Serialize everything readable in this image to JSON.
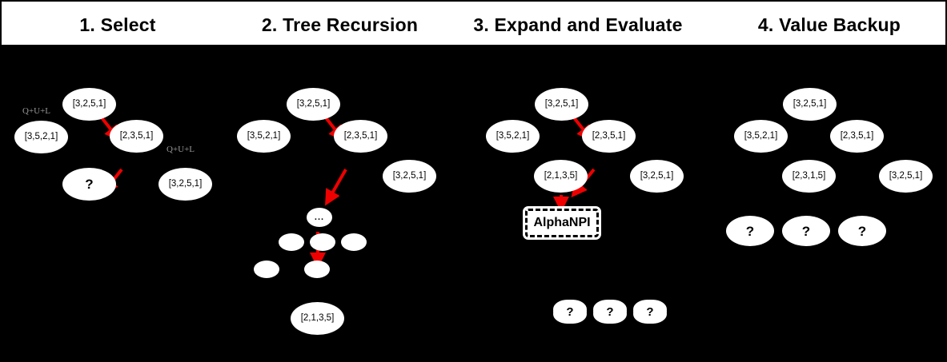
{
  "figure": {
    "background_color": "#000000",
    "header_background": "#ffffff",
    "node_color": "#ffffff",
    "arrow_color": "#ee0000",
    "label_color": "#9a9a9a"
  },
  "headers": [
    {
      "label": "1. Select"
    },
    {
      "label": "2. Tree Recursion"
    },
    {
      "label": "3. Expand and Evaluate"
    },
    {
      "label": "4. Value Backup"
    }
  ],
  "panels": [
    {
      "name": "select",
      "nodes": [
        {
          "id": "p1-root",
          "label": "[3,2,5,1]"
        },
        {
          "id": "p1-left",
          "label": "[3,5,2,1]"
        },
        {
          "id": "p1-mid",
          "label": "[2,3,5,1]"
        },
        {
          "id": "p1-right",
          "label": "[3,2,5,1]"
        },
        {
          "id": "p1-query",
          "label": "?"
        }
      ],
      "annotations": [
        {
          "id": "p1-qul-left",
          "label": "Q+U+L"
        },
        {
          "id": "p1-qul-right",
          "label": "Q+U+L"
        }
      ]
    },
    {
      "name": "tree-recursion",
      "nodes": [
        {
          "id": "p2-root",
          "label": "[3,2,5,1]"
        },
        {
          "id": "p2-left",
          "label": "[3,5,2,1]"
        },
        {
          "id": "p2-mid",
          "label": "[2,3,5,1]"
        },
        {
          "id": "p2-dots",
          "label": "..."
        },
        {
          "id": "p2-right",
          "label": "[3,2,5,1]"
        },
        {
          "id": "p2-e1",
          "label": ""
        },
        {
          "id": "p2-e2",
          "label": ""
        },
        {
          "id": "p2-e3",
          "label": ""
        },
        {
          "id": "p2-e4",
          "label": ""
        },
        {
          "id": "p2-e5",
          "label": ""
        },
        {
          "id": "p2-leaf",
          "label": "[2,1,3,5]"
        }
      ]
    },
    {
      "name": "expand-and-evaluate",
      "nodes": [
        {
          "id": "p3-root",
          "label": "[3,2,5,1]"
        },
        {
          "id": "p3-left",
          "label": "[3,5,2,1]"
        },
        {
          "id": "p3-mid",
          "label": "[2,3,5,1]"
        },
        {
          "id": "p3-leaf",
          "label": "[2,1,3,5]"
        },
        {
          "id": "p3-right",
          "label": "[3,2,5,1]"
        }
      ],
      "box": {
        "id": "p3-alphanpi",
        "label": "AlphaNPI"
      },
      "clouds": [
        {
          "id": "p3-cloud-1",
          "label": "?"
        },
        {
          "id": "p3-cloud-2",
          "label": "?"
        },
        {
          "id": "p3-cloud-3",
          "label": "?"
        }
      ]
    },
    {
      "name": "value-backup",
      "nodes": [
        {
          "id": "p4-root",
          "label": "[3,2,5,1]"
        },
        {
          "id": "p4-left",
          "label": "[3,5,2,1]"
        },
        {
          "id": "p4-mid",
          "label": "[2,3,5,1]"
        },
        {
          "id": "p4-leaf",
          "label": "[2,3,1,5]"
        },
        {
          "id": "p4-right",
          "label": "[3,2,5,1]"
        },
        {
          "id": "p4-q1",
          "label": "?"
        },
        {
          "id": "p4-q2",
          "label": "?"
        },
        {
          "id": "p4-q3",
          "label": "?"
        }
      ]
    }
  ]
}
